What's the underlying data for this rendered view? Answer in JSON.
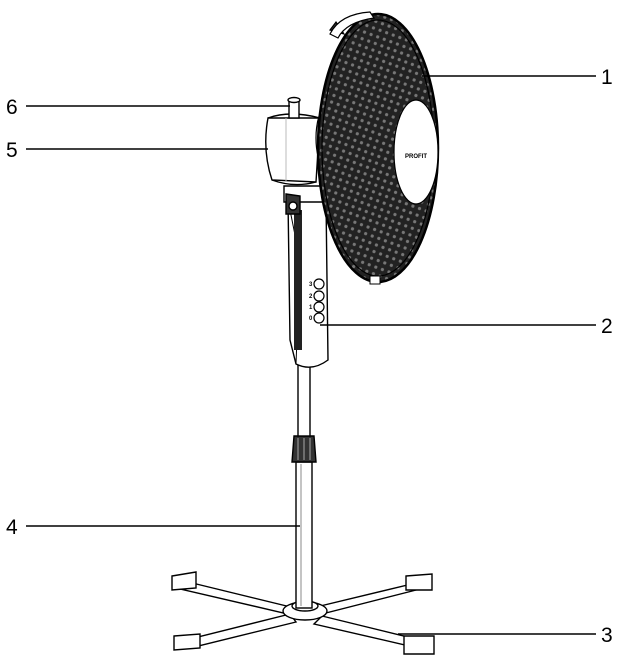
{
  "callouts": [
    {
      "id": "1",
      "label": "1"
    },
    {
      "id": "2",
      "label": "2"
    },
    {
      "id": "3",
      "label": "3"
    },
    {
      "id": "4",
      "label": "4"
    },
    {
      "id": "5",
      "label": "5"
    },
    {
      "id": "6",
      "label": "6"
    }
  ],
  "controls": {
    "speed_buttons": [
      "3",
      "2",
      "1",
      "0"
    ]
  },
  "brand": {
    "logo_text": "PROFIT"
  },
  "colors": {
    "line": "#000000",
    "grille": "#1a1a1a",
    "body_fill": "#ffffff",
    "grey": "#777777"
  }
}
